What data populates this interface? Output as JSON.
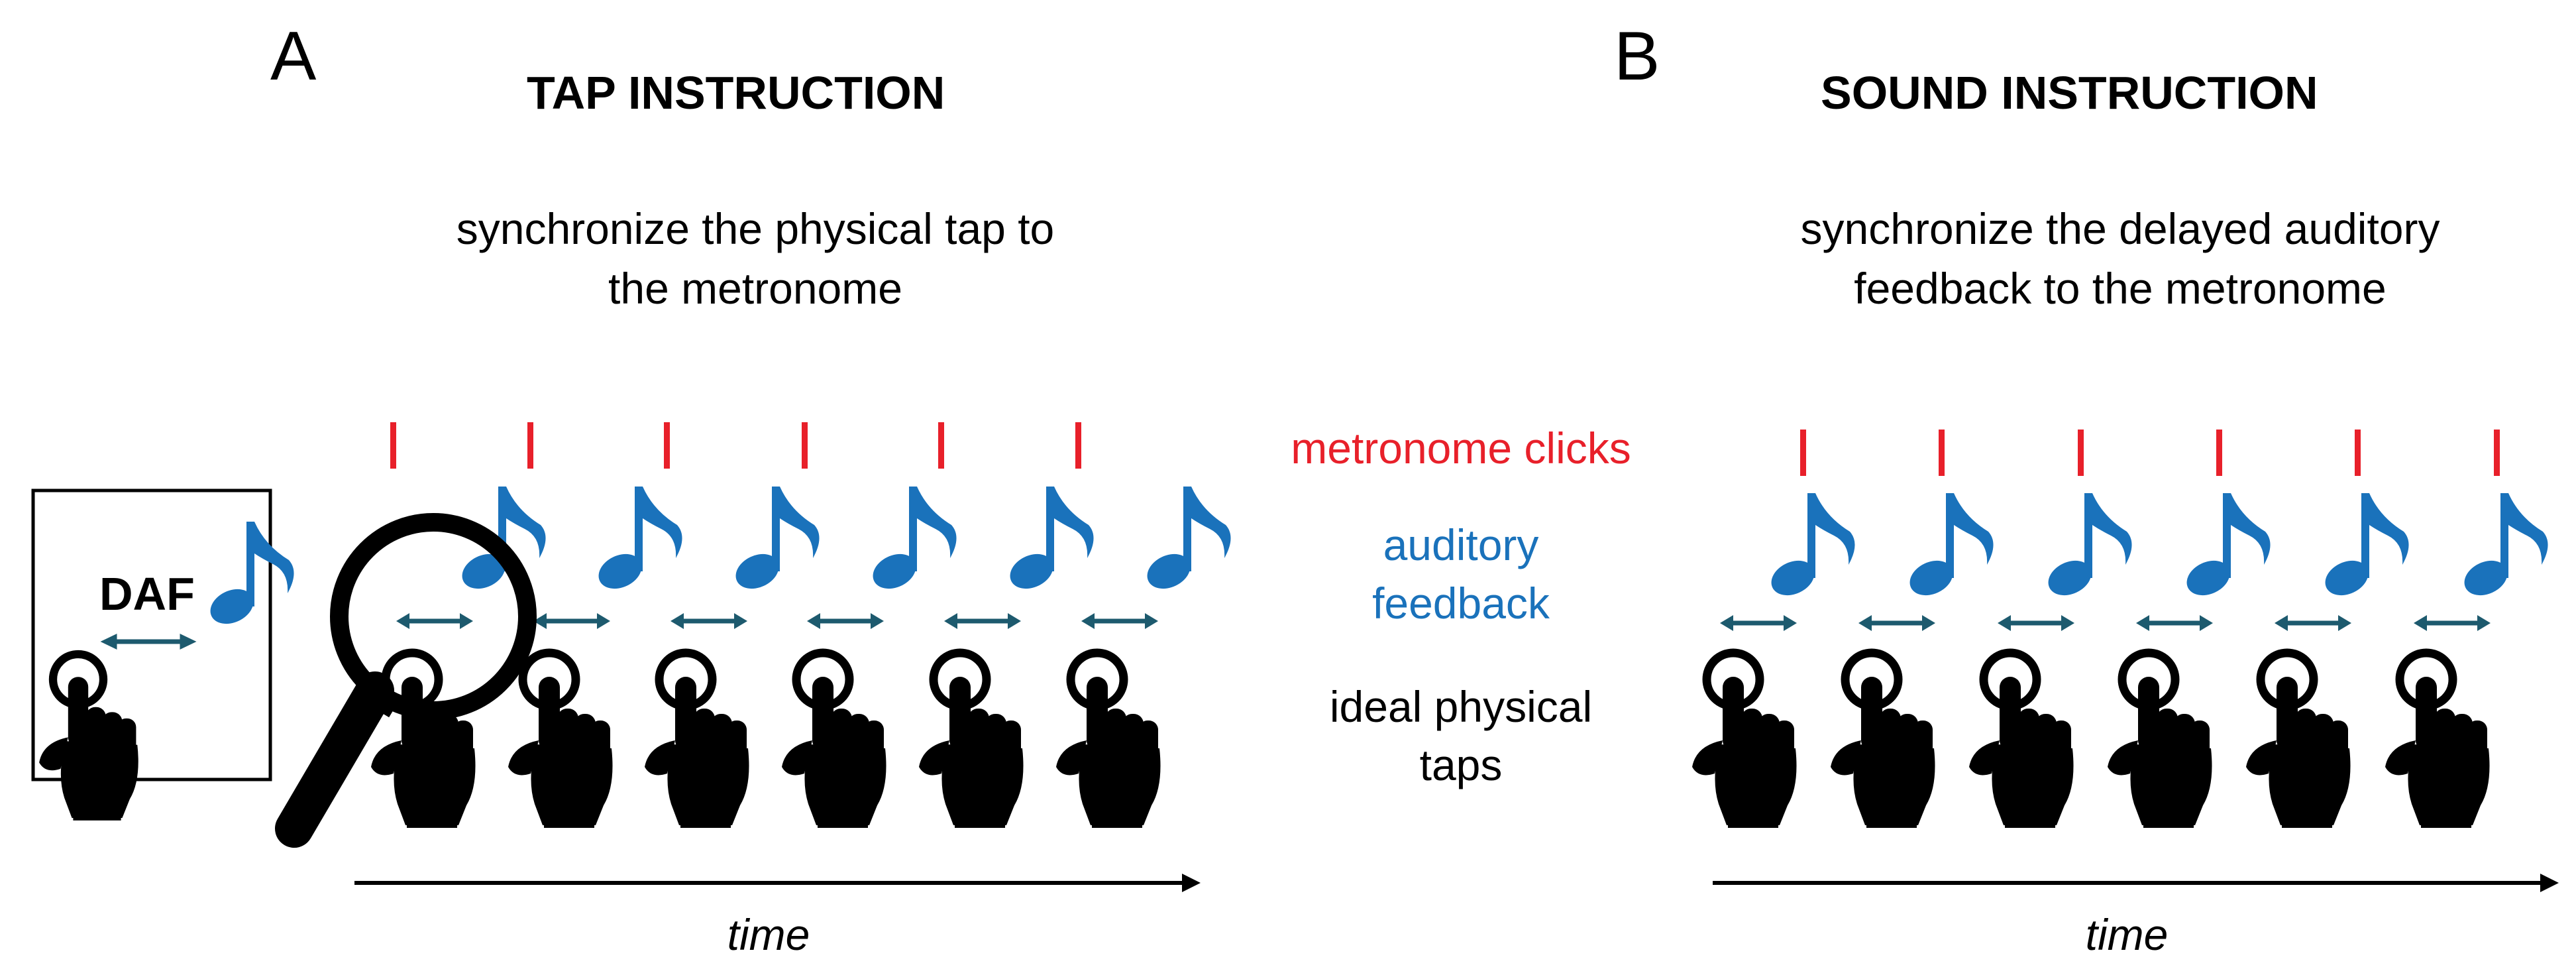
{
  "panels": [
    {
      "letter": "A",
      "title": "TAP INSTRUCTION",
      "instruction": [
        "synchronize the physical tap to",
        "the metronome"
      ],
      "time_label": "time",
      "inset_label": "DAF"
    },
    {
      "letter": "B",
      "title": "SOUND INSTRUCTION",
      "instruction": [
        "synchronize the delayed auditory",
        "feedback to the metronome"
      ],
      "time_label": "time"
    }
  ],
  "legend": {
    "metronome": "metronome clicks",
    "feedback": [
      "auditory",
      "feedback"
    ],
    "taps": [
      "ideal physical",
      "taps"
    ]
  },
  "colors": {
    "metronome": "#e8202a",
    "feedback": "#1a72bb",
    "arrow": "#1d5a6e",
    "text": "#000000"
  },
  "icons": [
    "tap-hand-icon",
    "music-note-icon",
    "double-arrow-icon",
    "magnifier-icon",
    "time-arrow-icon"
  ]
}
